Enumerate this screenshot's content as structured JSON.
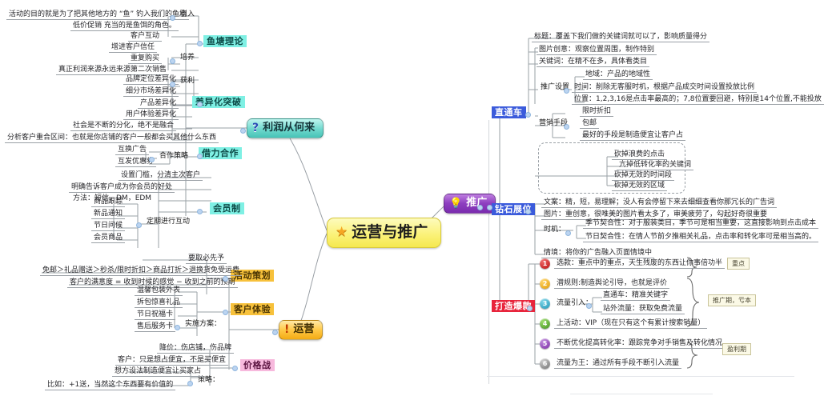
{
  "title": "运营与推广",
  "center": {
    "label": "运营与推广",
    "icon": "star-icon"
  },
  "branches": {
    "profit": {
      "label": "利润从何来",
      "icon": "question-icon"
    },
    "promotion": {
      "label": "推广",
      "icon": "lightbulb-icon"
    },
    "operation": {
      "label": "运营",
      "icon": "exclamation-icon"
    }
  },
  "left": {
    "fishpond": {
      "label": "鱼塘理论",
      "groups": [
        {
          "label": "引入",
          "items": [
            "活动的目的就是为了把其他地方的 “鱼” 钓入我们的鱼塘",
            "低价促销 充当的是鱼饵的角色。"
          ]
        },
        {
          "label": "培养",
          "items": [
            "客户互动",
            "增进客户信任"
          ]
        },
        {
          "label": "获利",
          "items": [
            "重复购买",
            "真正利润来源永远来源第二次销售"
          ]
        }
      ]
    },
    "differentiation": {
      "label": "差异化突破",
      "items": [
        "品牌定位差异化",
        "细分市场差异化",
        "产品差异化",
        "用户体验差异化",
        "社会是不断的分化，绝不是融合",
        "分析客户重合区间：也就是你店铺的客户一般都会买其他什么东西"
      ]
    },
    "cooperation": {
      "label": "借力合作",
      "groups": [
        {
          "label": "合作策略",
          "items": [
            "互换广告",
            "互发优惠券"
          ]
        }
      ]
    },
    "membership": {
      "label": "会员制",
      "items": [
        "设置门槛，分清主次客户",
        "明确告诉客户成为你会员的好处",
        "方法：短信，DM，EDM"
      ],
      "groups": [
        {
          "label": "定期进行互动",
          "items": [
            "商品跟踪",
            "新品通知",
            "节日问候",
            "会员商品"
          ]
        }
      ]
    },
    "activity": {
      "label": "活动策划",
      "items": [
        "要取必先予",
        "免邮＞礼品赠送＞秒杀/限时折扣＞商品打折＞退换货免受运费",
        "客户的满意度 = 收到时候的感觉 − 收到之前的预期"
      ]
    },
    "experience": {
      "label": "客户体验",
      "groups": [
        {
          "label": "实施方案：",
          "items": [
            "温馨包装外表",
            "拆包惊喜礼品",
            "节日祝福卡",
            "售后服务卡"
          ]
        }
      ]
    },
    "pricewar": {
      "label": "价格战",
      "items": [
        "降价：伤店铺，伤品牌",
        "客户：只是想占便宜，不是买便宜"
      ],
      "groups": [
        {
          "label": "策略：",
          "items": [
            "想方设法制造便宜让买家占",
            "比如：+1送，当然这个东西要有价值的"
          ]
        }
      ]
    }
  },
  "right": {
    "zhitongche": {
      "label": "直通车",
      "items": [
        "标题：覆盖下我们做的关键词就可以了，影响质量得分",
        "图片创意：观察位置周围，制作特别",
        "关键词：在精不在多，具体看类目"
      ],
      "groups": [
        {
          "label": "推广设置",
          "items": [
            "地域：产品的地域性",
            "时间：削除无客服时机，根据产品成交时间设置投放比例",
            "位置：1,2,3,16是点击率最高的；7,8位置要回避，特别是14个位置,不能投放"
          ]
        },
        {
          "label": "营销手段",
          "items": [
            "限时折扣",
            "包邮",
            "最好的手段是制造便宜让客户占"
          ]
        }
      ],
      "dashed_group": [
        "砍掉浪费的点击",
        "亢掉低转化率的关键词",
        "砍掉无效的时间段",
        "砍掉无效的区域"
      ]
    },
    "zuanshi": {
      "label": "钻石展位",
      "items": [
        "文案：精，短，易理解；没人有会停留下来去细细查看你那冗长的广告词",
        "图片：重创意，很唯美的图片看太多了，审美疲劳了，勾起好奇很重要",
        "情境：将你的广告融入页面情境中"
      ],
      "groups": [
        {
          "label": "时机：",
          "items": [
            "季节契合性：对于服装类目，季节可是相当重要，这直接影响到点击成本",
            "节日契合性：在情人节前夕推相关礼品，点击率和转化率可是相当高的。"
          ]
        }
      ]
    },
    "baokuan": {
      "label": "打造爆款",
      "steps": [
        {
          "num": "1",
          "text": "选款：重点中的重点，天生残废的东西让你事倍功半"
        },
        {
          "num": "2",
          "text": "潜规则:制造舆论引导，也就是评价"
        },
        {
          "num": "3",
          "text": "流量引入：",
          "sub": [
            "直通车：精准关键字",
            "站外流量：获取免费流量"
          ]
        },
        {
          "num": "4",
          "text": "上活动：VIP（现在只有这个有累计搜索销量）"
        },
        {
          "num": "5",
          "text": "不断优化提高转化率：跟踪竞争对手销售及转化情况"
        },
        {
          "num": "6",
          "text": "流量为王：通过所有手段不断引入流量"
        }
      ],
      "notes": [
        "重点",
        "推广期，亏本",
        "盈利期"
      ]
    }
  },
  "colors": {
    "cyan": "#7ff0e4",
    "orange": "#f7c13b",
    "pink": "#f7b9dd",
    "blue": "#3b5bdb",
    "red": "#e8253c",
    "center": "#fbf27a",
    "purple": "#8e3fc0",
    "line": "#9aa0a6"
  }
}
